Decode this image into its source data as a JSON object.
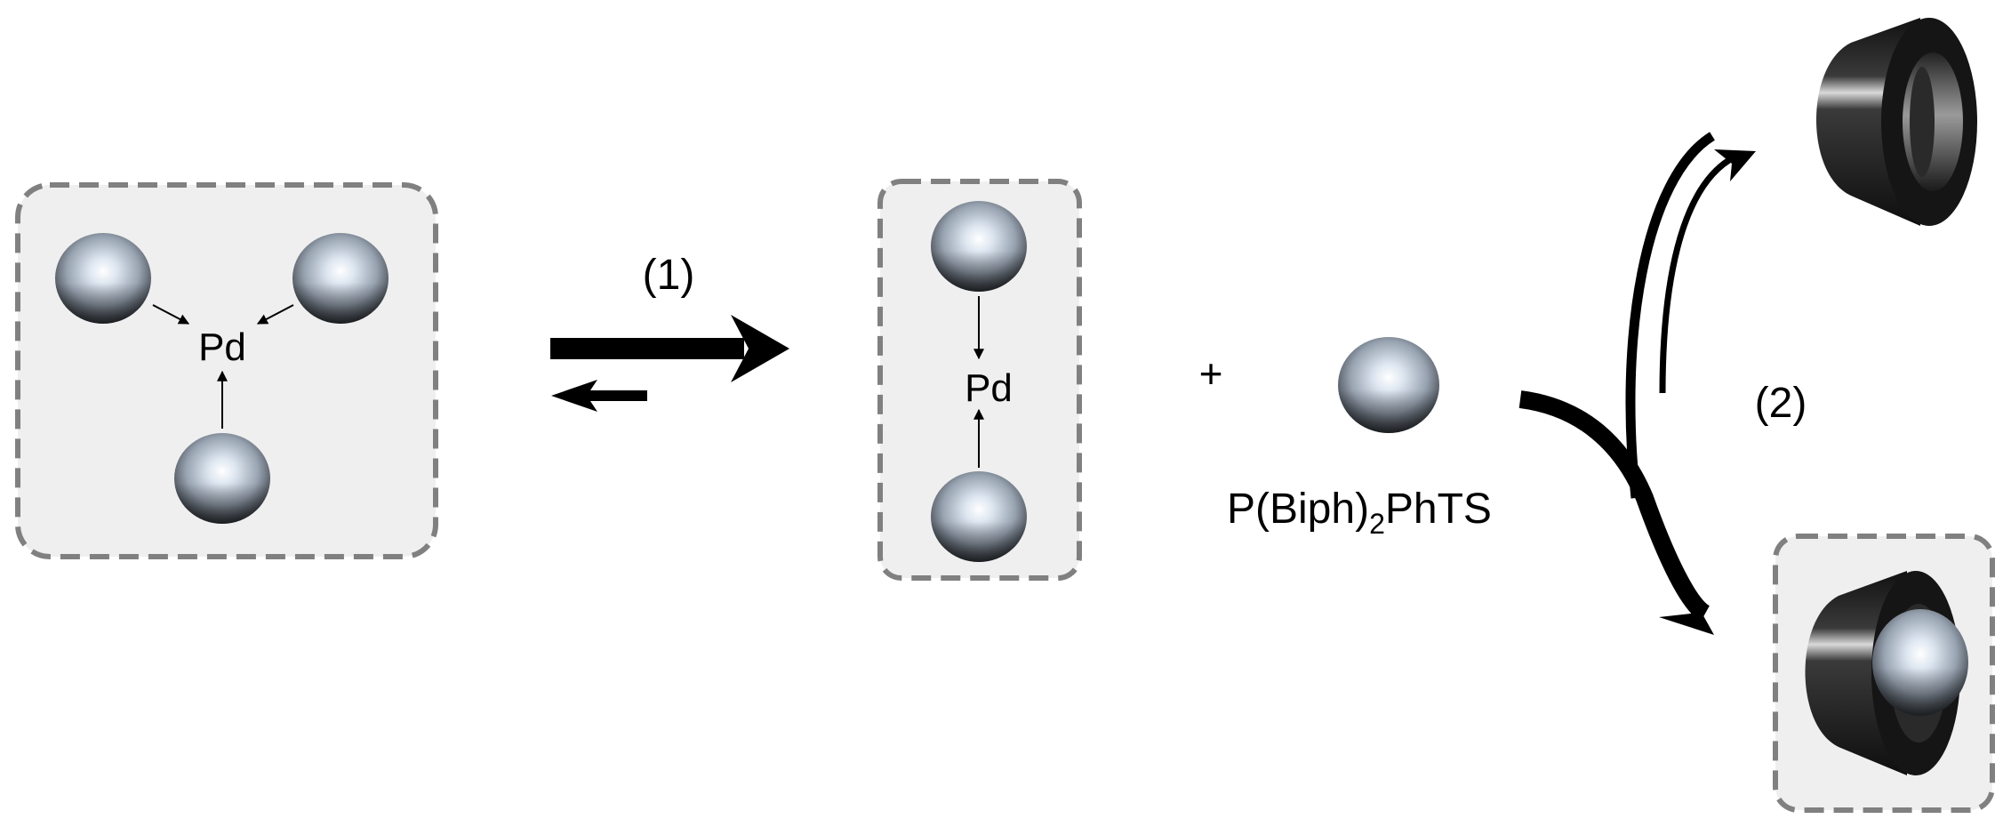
{
  "labels": {
    "pd_left": "Pd",
    "pd_middle": "Pd",
    "step1": "(1)",
    "step2": "(2)",
    "plus": "+",
    "ligand_main": "P(Biph)",
    "ligand_sub": "2",
    "ligand_tail": "PhTS"
  },
  "colors": {
    "panel_fill": "#efefef",
    "panel_border": "#808080",
    "arrow": "#000000",
    "sphere_light": "#f4f8fc",
    "sphere_mid": "#a9b3c0",
    "sphere_dark": "#3d4248",
    "cavitand_dark": "#1c1c1c"
  },
  "icons": {
    "ligand": "sphere-icon",
    "host": "cavitand-ring-icon",
    "complex": "host-guest-complex-icon"
  }
}
